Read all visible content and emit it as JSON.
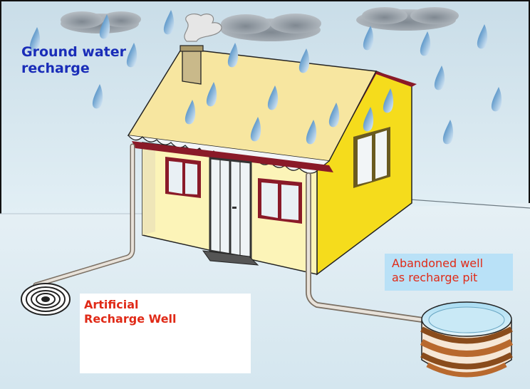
{
  "title": {
    "line1": "Ground water",
    "line2": "recharge"
  },
  "labels": {
    "artificial_well": {
      "line1": "Artificial",
      "line2": "Recharge Well"
    },
    "abandoned_well": {
      "line1": "Abandoned well",
      "line2": "as recharge pit"
    }
  },
  "colors": {
    "title_text": "#1a2db8",
    "label_text": "#e02a17",
    "callout_bg": "#b9e1f7",
    "sky": "#d9eaf2",
    "roof": "#f7e6a0",
    "front_wall": "#fcf4b8",
    "side_wall": "#f5dc1c",
    "window_frame": "#8a1a28",
    "door": "#4a4a4a",
    "brick": "#b8692e",
    "water": "#b8e0f0",
    "rain": "#5b9ed0",
    "cloud": "#9aa3ab"
  },
  "icons": [
    "rain-drop-icon",
    "cloud-icon",
    "smoke-icon",
    "spiral-well-icon",
    "brick-well-icon"
  ]
}
